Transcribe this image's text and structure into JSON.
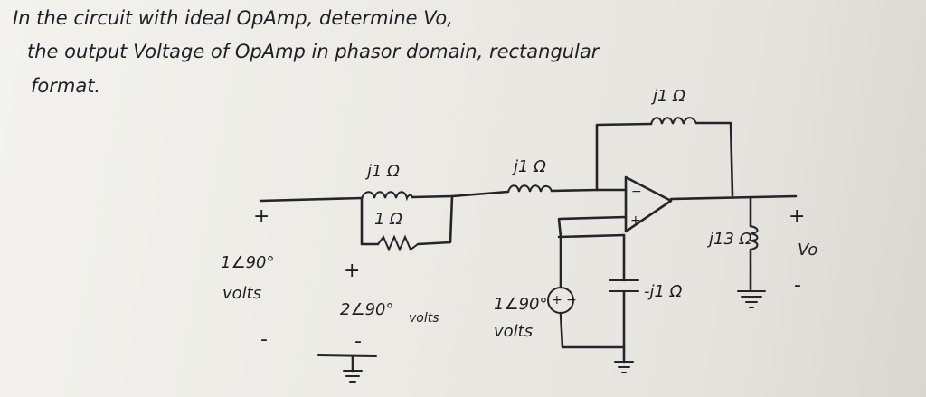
{
  "problem": {
    "line1": "In the circuit with ideal OpAmp, determine Vo,",
    "line2": "the output Voltage of OpAmp in phasor domain, rectangular",
    "line3": "format."
  },
  "components": {
    "source1": {
      "plus": "+",
      "value": "1∠90°",
      "unit": "volts",
      "minus": "-"
    },
    "source2": {
      "plus": "+",
      "value": "2∠90°",
      "unit": "volts",
      "minus": "-"
    },
    "source3": {
      "symbol": "+ −",
      "value": "1∠90°",
      "unit": "volts"
    },
    "inductor_top": {
      "value": "j1 Ω"
    },
    "resistor_mid": {
      "value": "1 Ω"
    },
    "inductor_mid": {
      "value": "j1 Ω"
    },
    "inductor_feedback": {
      "value": "j1 Ω"
    },
    "capacitor": {
      "value": "-j1 Ω"
    },
    "inductor_load": {
      "value": "j13 Ω"
    },
    "opamp": {
      "minus": "−",
      "plus": "+"
    },
    "output": {
      "plus": "+",
      "label": "Vo",
      "minus": "-"
    }
  }
}
